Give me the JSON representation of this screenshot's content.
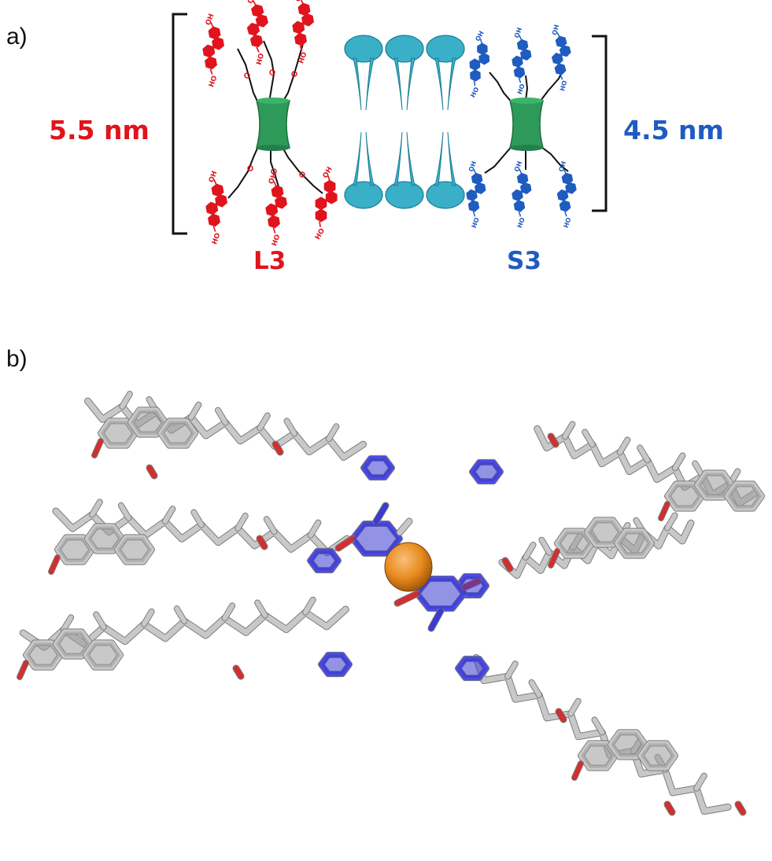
{
  "panel_a": {
    "label": "a)",
    "left_dimension": "5.5 nm",
    "right_dimension": "4.5 nm",
    "left_name": "L3",
    "right_name": "S3",
    "left_color": "#e0141c",
    "right_color": "#1f5cc0",
    "core_color": "#2e9a5a",
    "lipid_color": "#3aafc8",
    "hydroxyl_label": "HO",
    "hydroxyl_label_alt": "OH"
  },
  "panel_b": {
    "label": "b)",
    "carbon_color": "#c8c8c8",
    "nitrogen_color": "#3b3bd0",
    "oxygen_color": "#d03030",
    "metal_color": "#e88a1e"
  }
}
